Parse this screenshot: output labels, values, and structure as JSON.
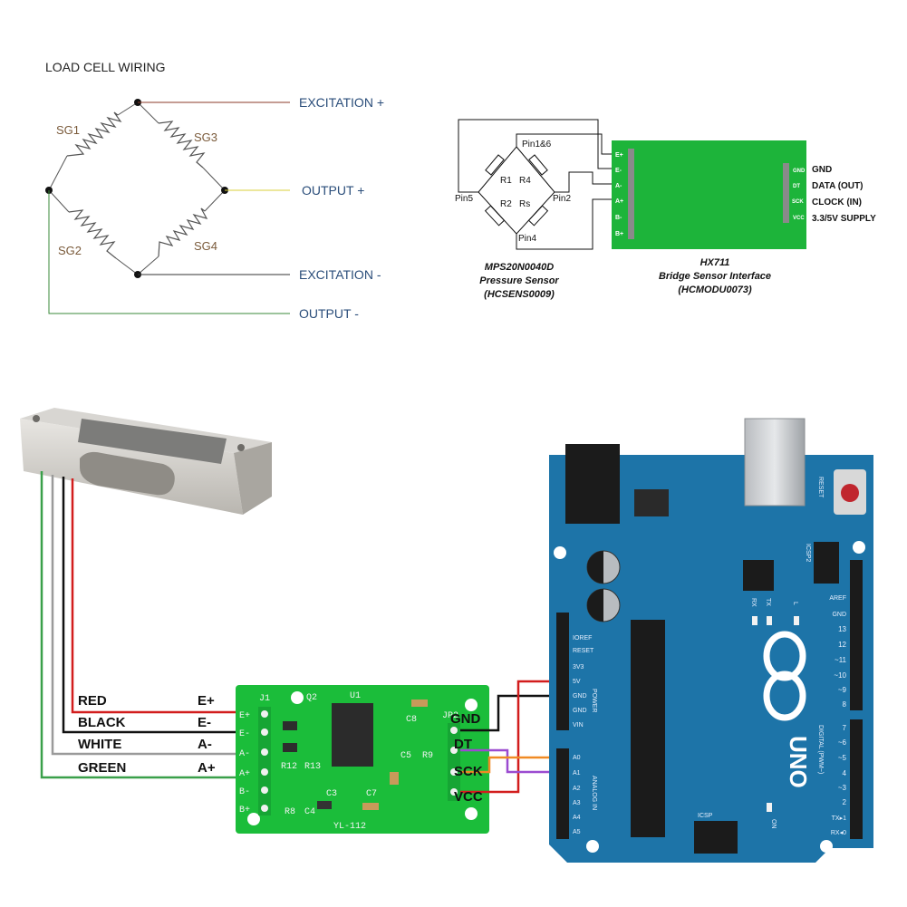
{
  "bridge": {
    "title": "LOAD CELL WIRING",
    "gauges": [
      "SG1",
      "SG3",
      "SG2",
      "SG4"
    ],
    "wires": [
      "EXCITATION +",
      "OUTPUT +",
      "EXCITATION -",
      "OUTPUT -"
    ]
  },
  "hx711": {
    "sensor_pins": [
      "Pin1&6",
      "Pin5",
      "Pin2",
      "Pin4"
    ],
    "resistors": [
      "R1",
      "R4",
      "R2",
      "Rs"
    ],
    "left_pins": [
      "E+",
      "E-",
      "A-",
      "A+",
      "B-",
      "B+"
    ],
    "right_pins": [
      "GND",
      "DT",
      "SCK",
      "VCC"
    ],
    "right_labels": [
      "GND",
      "DATA (OUT)",
      "CLOCK (IN)",
      "3.3/5V SUPPLY"
    ],
    "sensor_caption": [
      "MPS20N0040D",
      "Pressure Sensor",
      "(HCSENS0009)"
    ],
    "module_caption": [
      "HX711",
      "Bridge Sensor Interface",
      "(HCMODU0073)"
    ]
  },
  "wiring": {
    "wire_colors_left": [
      "RED",
      "BLACK",
      "WHITE",
      "GREEN"
    ],
    "wire_pins_left": [
      "E+",
      "E-",
      "A-",
      "A+"
    ],
    "module_pins_right": [
      "GND",
      "DT",
      "SCK",
      "VCC"
    ],
    "board_labels": [
      "J1",
      "Q2",
      "U1",
      "JP2",
      "C8",
      "R9",
      "C5",
      "R12",
      "R13",
      "R8",
      "C4",
      "C3",
      "C7",
      "YL-112"
    ],
    "module_side_pins": [
      "E+",
      "E-",
      "A-",
      "A+",
      "B-",
      "B+"
    ],
    "colors": {
      "red": "#d21d1d",
      "black": "#111111",
      "white": "#9a9a9a",
      "green": "#3aa04a",
      "orange": "#f08a24",
      "purple": "#9b4bd0",
      "pcb": "#1bbd3a",
      "arduino": "#1d74a8"
    }
  },
  "arduino": {
    "power_pins": [
      "IOREF",
      "RESET",
      "3V3",
      "5V",
      "GND",
      "GND",
      "VIN"
    ],
    "power_header": "POWER",
    "analog_pins": [
      "A0",
      "A1",
      "A2",
      "A3",
      "A4",
      "A5"
    ],
    "analog_header": "ANALOG IN",
    "digital_right": [
      "AREF",
      "GND",
      "13",
      "12",
      "~11",
      "~10",
      "~9",
      "8"
    ],
    "digital_right2": [
      "7",
      "~6",
      "~5",
      "4",
      "~3",
      "2",
      "TX▸1",
      "RX◂0"
    ],
    "digital_header": "DIGITAL (PWM~)",
    "labels": [
      "RESET",
      "ICSP2",
      "TX",
      "RX",
      "L",
      "ON",
      "ICSP",
      "UNO"
    ]
  }
}
